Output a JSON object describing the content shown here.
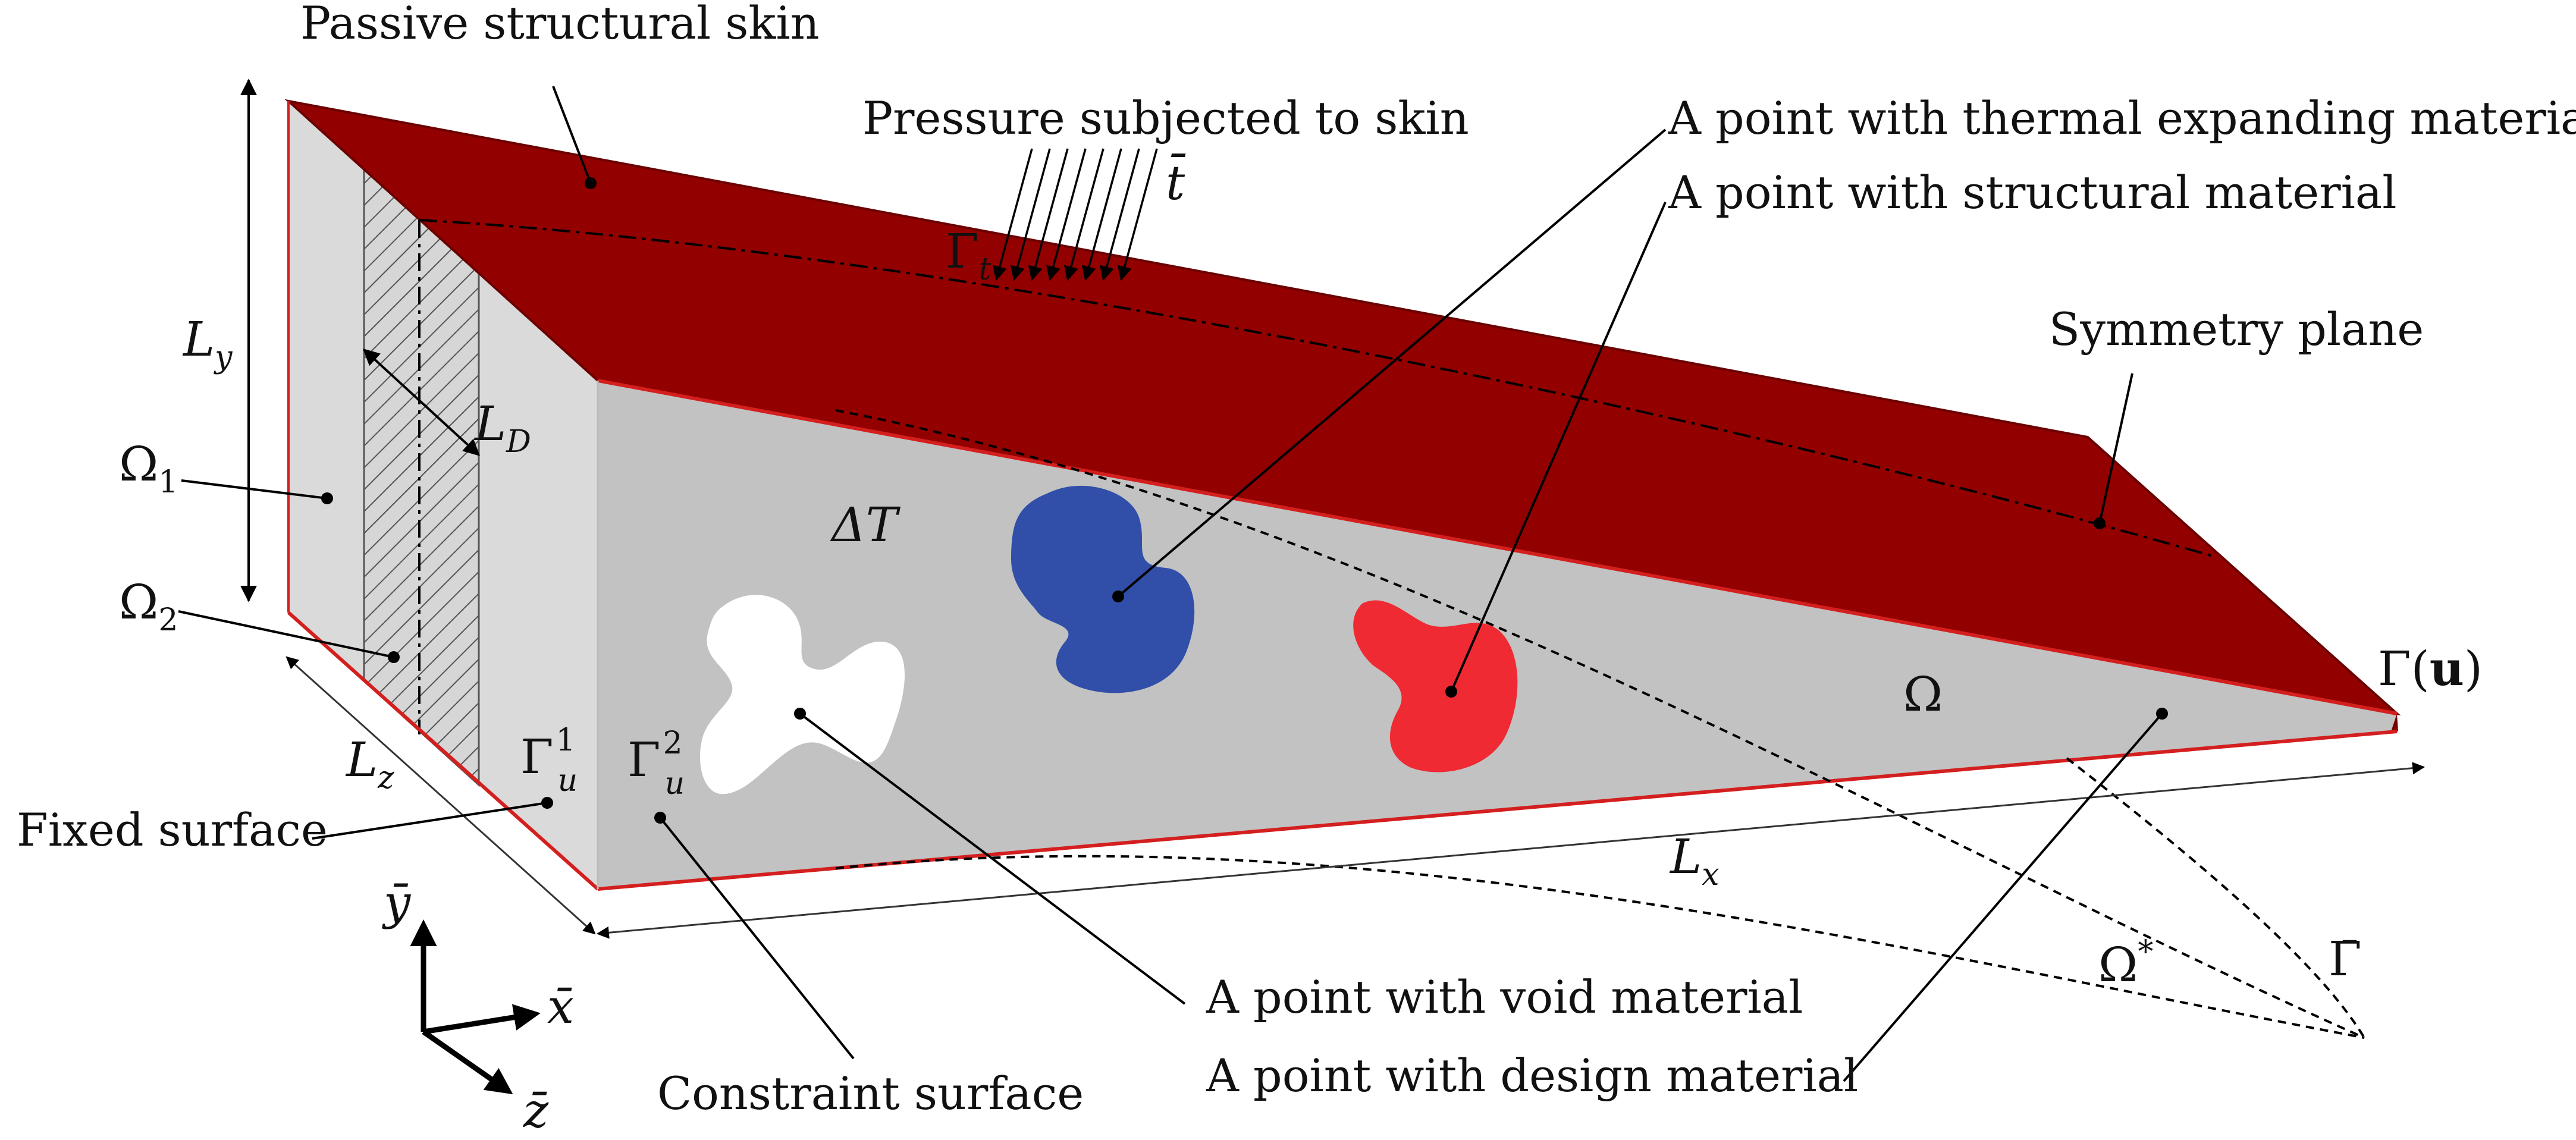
{
  "labels": {
    "passive_skin": "Passive structural skin",
    "pressure": "Pressure subjected to skin",
    "thermal_point": "A point with thermal expanding material",
    "structural_point": "A point with structural material",
    "symmetry_plane": "Symmetry plane",
    "fixed_surface": "Fixed surface",
    "constraint_surface": "Constraint surface",
    "void_point": "A point with void material",
    "design_point": "A point with design material"
  },
  "symbols": {
    "Ly_main": "L",
    "Ly_sub": "y",
    "LD_main": "L",
    "LD_sub": "D",
    "Lz_main": "L",
    "Lz_sub": "z",
    "Lx_main": "L",
    "Lx_sub": "x",
    "Omega1_main": "Ω",
    "Omega1_sub": "1",
    "Omega2_main": "Ω",
    "Omega2_sub": "2",
    "Gamma_u1_main": "Γ",
    "Gamma_u1_sub": "u",
    "Gamma_u1_sup": "1",
    "Gamma_u2_main": "Γ",
    "Gamma_u2_sub": "u",
    "Gamma_u2_sup": "2",
    "Gamma_t_main": "Γ",
    "Gamma_t_sub": "t",
    "t_bar": "t̄",
    "delta_T": "ΔT",
    "Omega": "Ω",
    "Omega_star_main": "Ω",
    "Omega_star_sup": "*",
    "Gamma_bar": "Γ̄",
    "Gamma_u_main": "Γ(",
    "Gamma_u_bold": "u",
    "Gamma_u_close": ")",
    "axis_y": "ȳ",
    "axis_x": "x̄",
    "axis_z": "z̄"
  },
  "colors": {
    "skin": "#930000",
    "skin_edge": "#6b0000",
    "body_gray": "#c2c2c2",
    "end_face": "#dadada",
    "boundary_red": "#d41f1f",
    "thermal_blue": "#314fa8",
    "structural_red": "#ef2a33",
    "void_white": "#ffffff"
  }
}
